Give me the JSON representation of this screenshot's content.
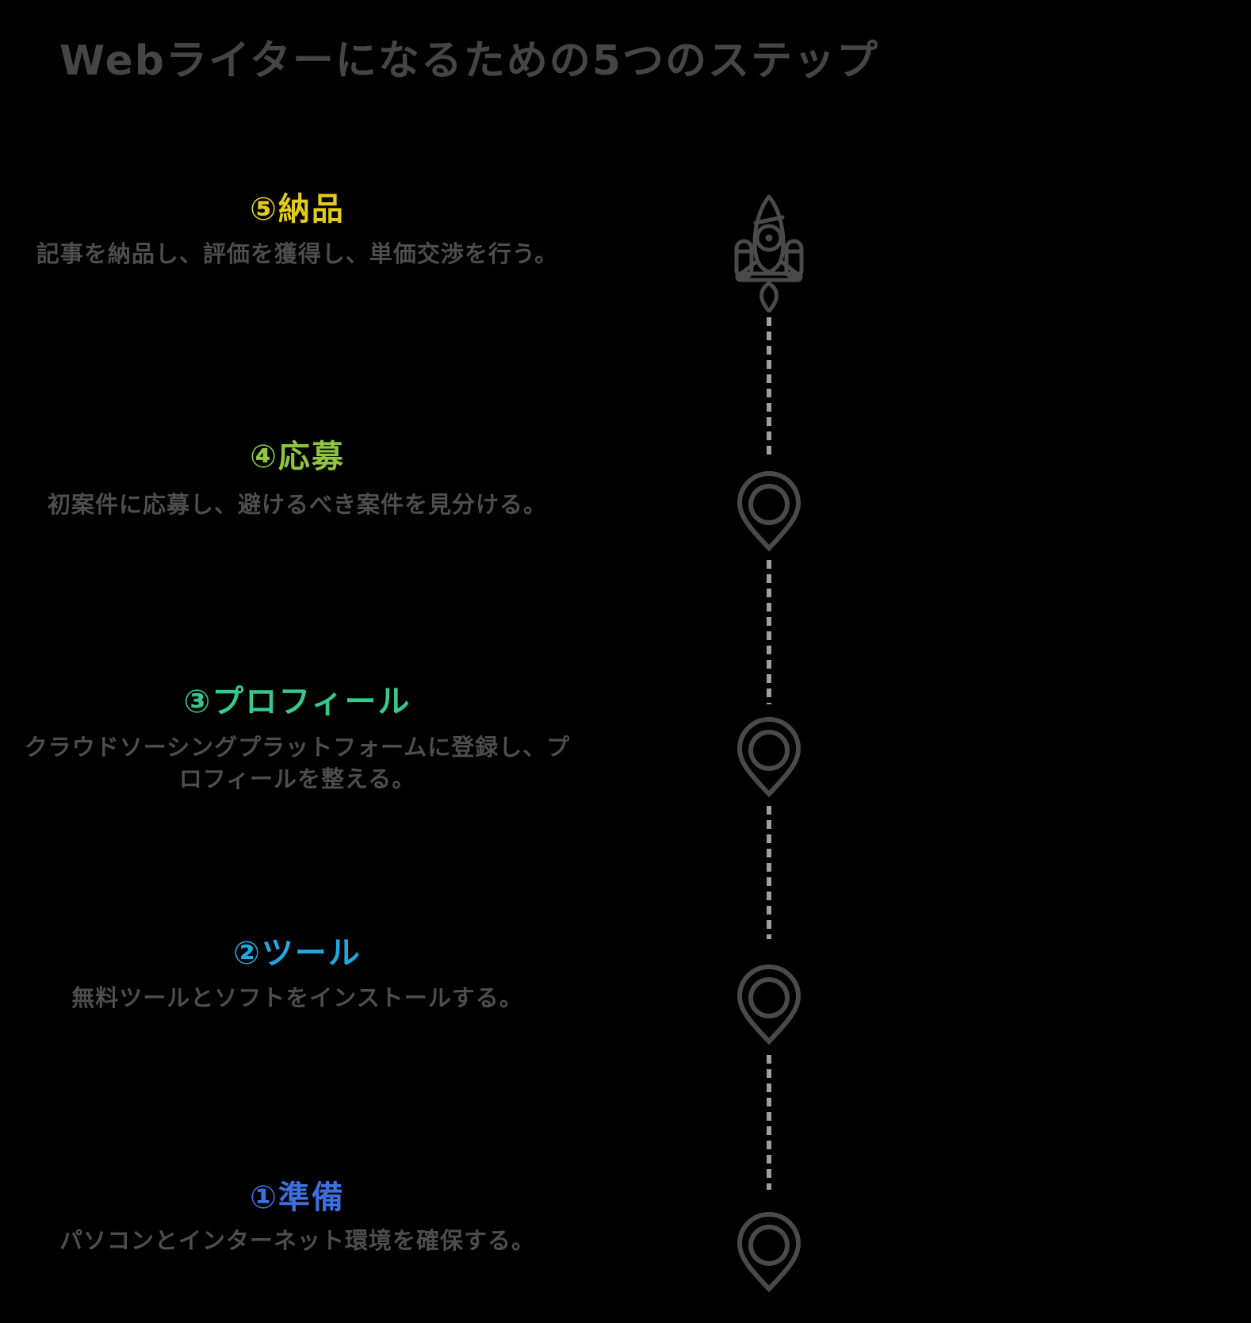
{
  "title": "Webライターになるための5つのステップ",
  "colors": {
    "background": "#000000",
    "title_text": "#454545",
    "description_text": "#4d4d4d",
    "icon_stroke": "#4a4a4a",
    "dash_line": "#9f9f9f"
  },
  "timeline": {
    "top_icon": "rocket-icon",
    "marker_icon": "location-pin-icon",
    "connector_style": "dashed"
  },
  "steps": [
    {
      "label": "⑤納品",
      "color": "#e3cc16",
      "desc": "記事を納品し、評価を獲得し、単価交渉を行う。",
      "marker": "rocket-icon"
    },
    {
      "label": "④応募",
      "color": "#8fc53c",
      "desc": "初案件に応募し、避けるべき案件を見分ける。",
      "marker": "location-pin-icon"
    },
    {
      "label": "③プロフィール",
      "color": "#35c98c",
      "desc": "クラウドソーシングプラットフォームに登録し、プ\nロフィールを整える。",
      "marker": "location-pin-icon"
    },
    {
      "label": "②ツール",
      "color": "#24a7e0",
      "desc": "無料ツールとソフトをインストールする。",
      "marker": "location-pin-icon"
    },
    {
      "label": "①準備",
      "color": "#3e6fe0",
      "desc": "パソコンとインターネット環境を確保する。",
      "marker": "location-pin-icon"
    }
  ]
}
